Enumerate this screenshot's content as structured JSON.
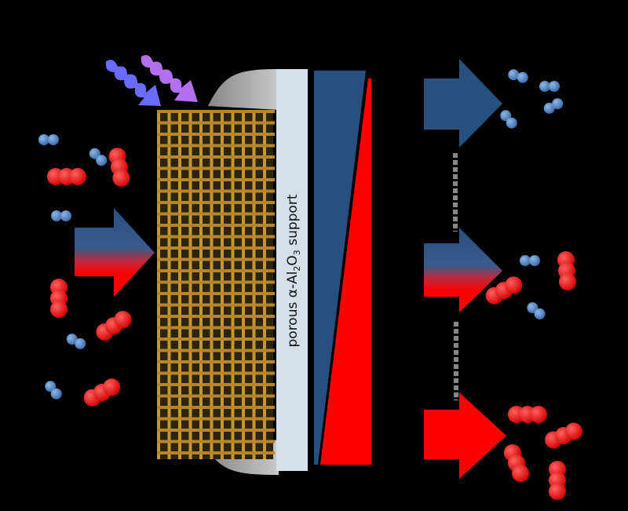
{
  "support_label": {
    "prefix": "porous α-Al",
    "sub1": "2",
    "mid": "O",
    "sub2": "3",
    "suffix": " support"
  },
  "colors": {
    "h2": "#4a7fc0",
    "co2": "#ff0000",
    "lattice": "#c8962e",
    "support": "#d6dfea",
    "blue_grad": "#27507f",
    "red_grad": "#ff0000",
    "light1": "#6a6aff",
    "light2": "#b070f0"
  }
}
